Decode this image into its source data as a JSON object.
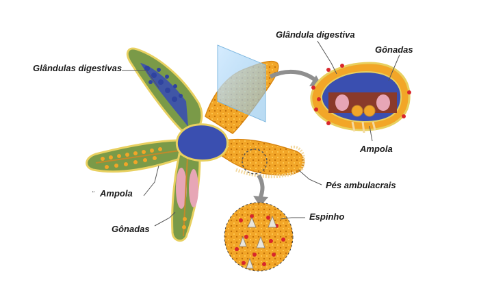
{
  "labels": {
    "digestive_glands": "Glândulas digestivas",
    "digestive_gland": "Glândula digestiva",
    "gonads_cross": "Gônadas",
    "ampulla_cross": "Ampola",
    "tube_feet": "Pés ambulacrais",
    "spine": "Espinho",
    "ampulla_body": "Ampola",
    "gonads_body": "Gônadas",
    "stray_mark": "\""
  },
  "colors": {
    "arm_orange": "#f0a020",
    "disc_blue": "#3a4fb0",
    "gland_green": "#6a8a3a",
    "gonad_pink": "#e7a6b6",
    "spine_red": "#d8262b",
    "outline": "#e6c94a"
  }
}
